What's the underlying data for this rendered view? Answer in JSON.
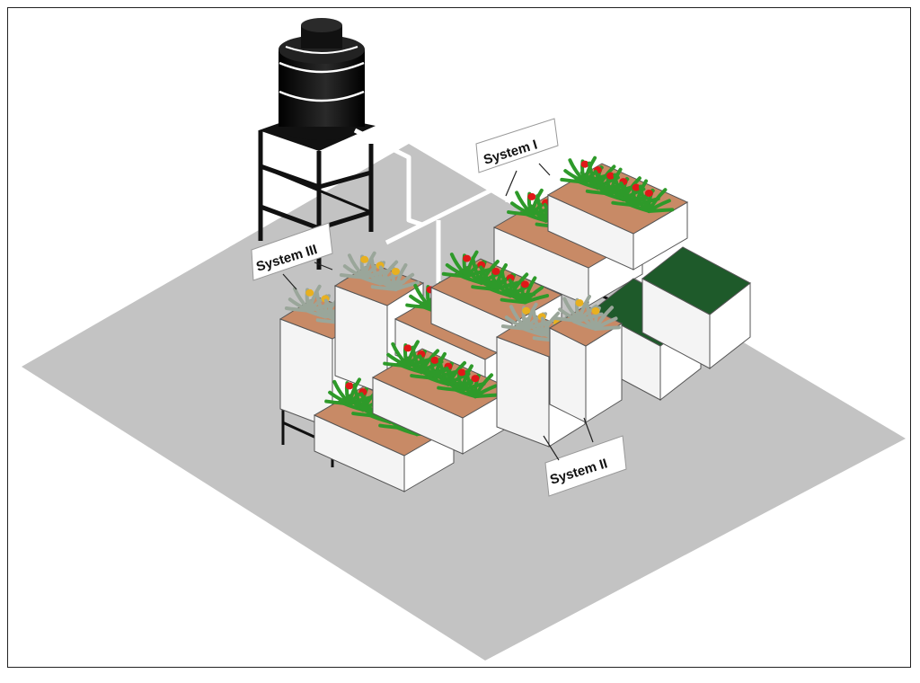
{
  "labels": {
    "system_1": "System I",
    "system_2": "System II",
    "system_3": "System III"
  },
  "colors": {
    "floor": "#c3c3c3",
    "tank": "#111111",
    "box": "#ffffff",
    "box_edge": "#555555",
    "soil": "#c88a66",
    "leaf_red_plant": "#2e9a2a",
    "leaf_yellow_plant": "#9aa69a",
    "flower_red": "#e01818",
    "flower_yellow": "#e8b020",
    "water_tank_fill": "#1e5a2a"
  },
  "icons": [
    "water-tank-icon",
    "planter-box-icon",
    "flower-plant-icon",
    "fish-tank-icon",
    "pipe-icon"
  ]
}
